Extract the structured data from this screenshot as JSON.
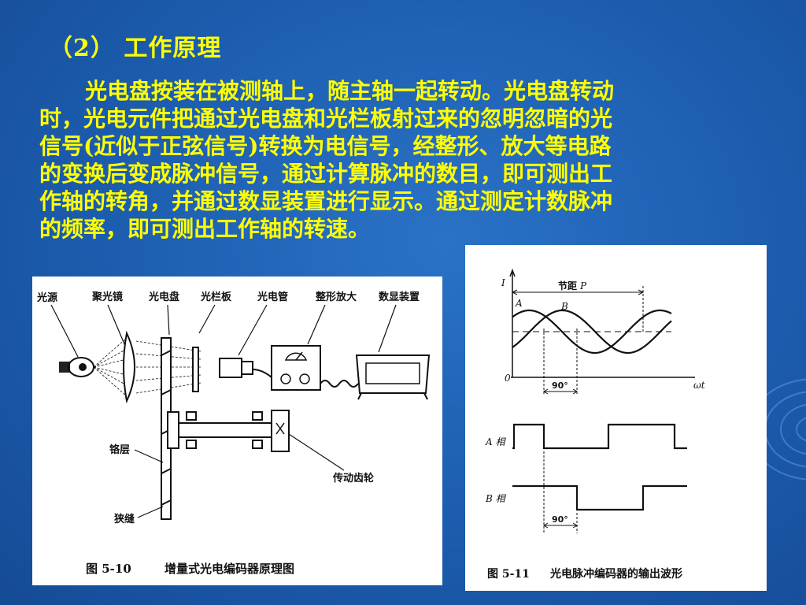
{
  "heading": "（2） 工作原理",
  "paragraph_lines": [
    "光电盘按装在被测轴上，随主轴一起转动。光电盘转动",
    "时，光电元件把通过光电盘和光栏板射过来的忽明忽暗的光",
    "信号(近似于正弦信号)转换为电信号，经整形、放大等电路",
    "的变换后变成脉冲信号，通过计算脉冲的数目，即可测出工",
    "作轴的转角，并通过数显装置进行显示。通过测定计数脉冲",
    "的频率，即可测出工作轴的转速。"
  ],
  "left_figure": {
    "labels": {
      "light_source": "光源",
      "condenser": "聚光镜",
      "disc": "光电盘",
      "grating": "光栏板",
      "photo_tube": "光电管",
      "shaping": "整形放大",
      "display": "数显装置",
      "chrome_layer": "铬层",
      "slit": "狭缝",
      "gear": "传动齿轮"
    },
    "caption_number": "图 5-10",
    "caption_text": "增量式光电编码器原理图"
  },
  "right_figure": {
    "labels": {
      "pitch": "节距",
      "pitch_symbol": "P",
      "wave_a": "A",
      "wave_b": "B",
      "origin": "0",
      "axis_x": "ωt",
      "axis_y": "I",
      "phase_top": "90°",
      "phase_bottom": "90°",
      "phase_a": "A 相",
      "phase_b": "B 相"
    },
    "caption_number": "图 5-11",
    "caption_text": "光电脉冲编码器的输出波形"
  },
  "colors": {
    "background": "#1c5cae",
    "text": "#ffff00",
    "panel": "#ffffff"
  }
}
